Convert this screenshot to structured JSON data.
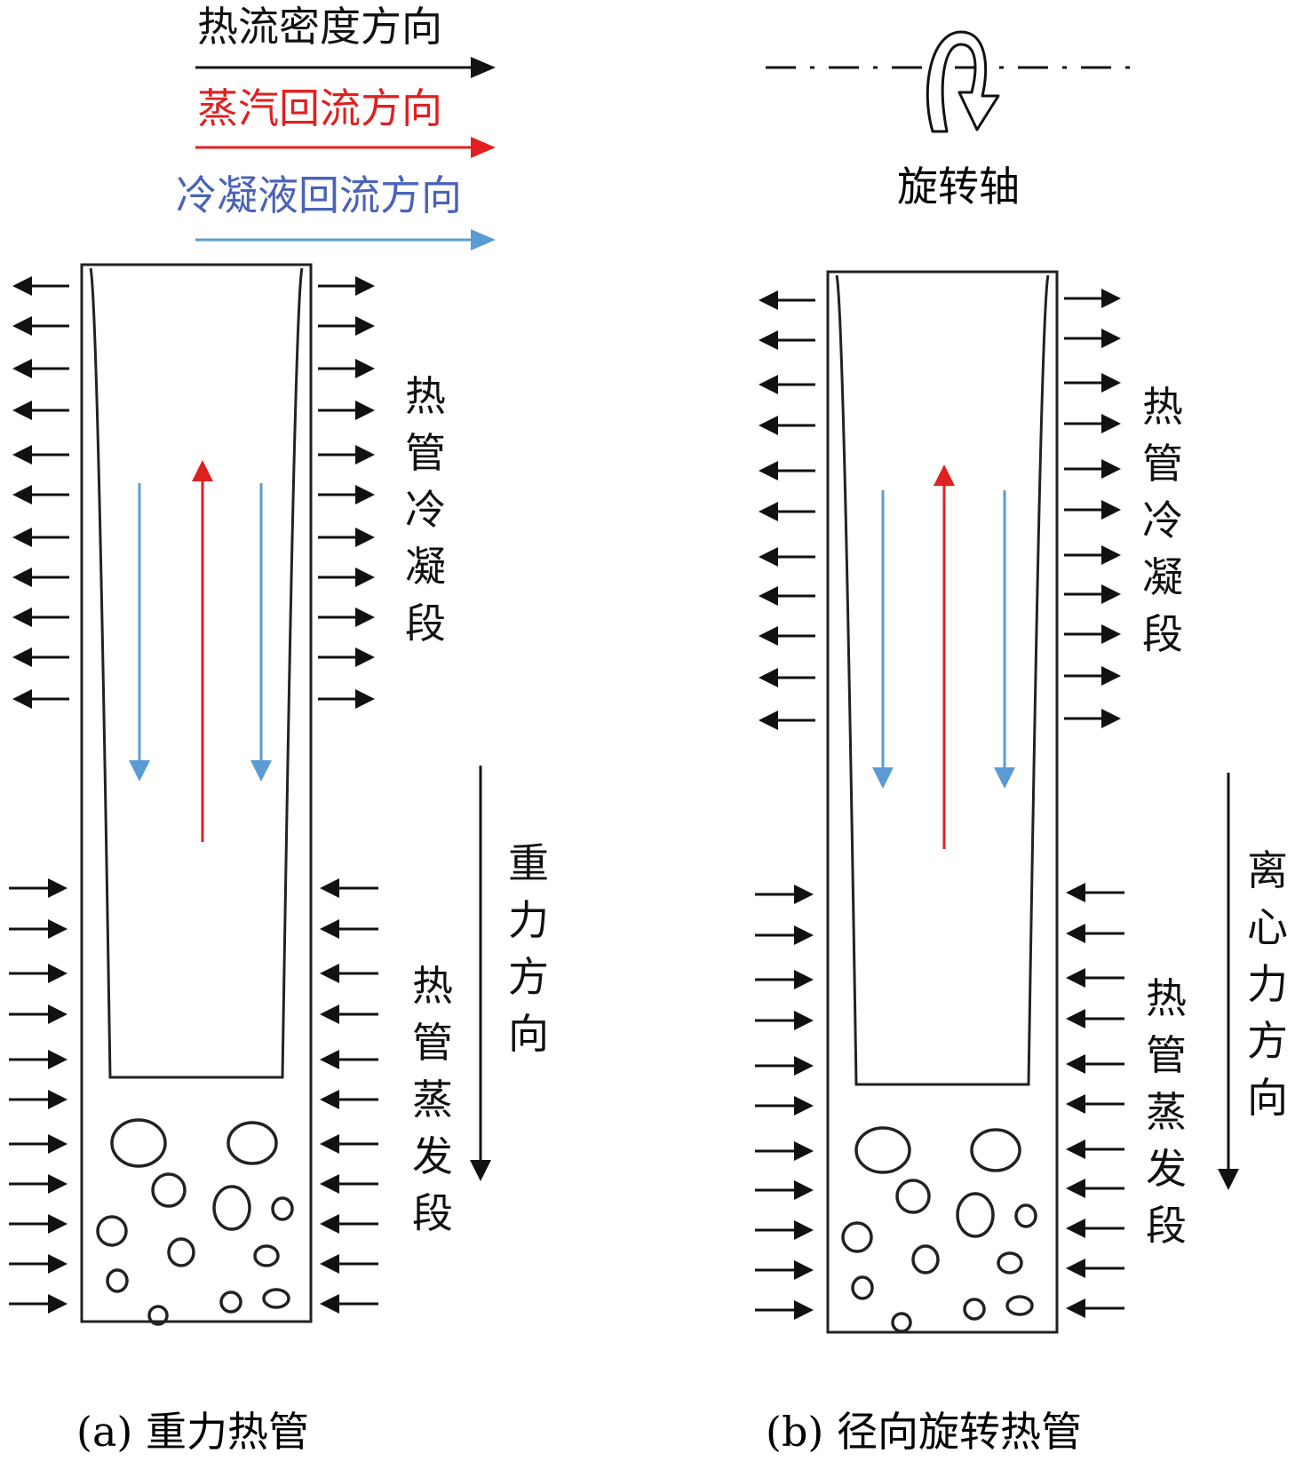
{
  "legend": {
    "heat_flux": "热流密度方向",
    "vapor": "蒸汽回流方向",
    "condensate": "冷凝液回流方向"
  },
  "colors": {
    "black": "#111111",
    "red": "#e02020",
    "blue": "#5b9bd5",
    "condensate_text": "#4a63b8"
  },
  "rotation_axis_label": "旋转轴",
  "panel_a": {
    "caption": "(a) 重力热管",
    "condenser_label": [
      "热",
      "管",
      "冷",
      "凝",
      "段"
    ],
    "evaporator_label": [
      "热",
      "管",
      "蒸",
      "发",
      "段"
    ],
    "force_label": [
      "重",
      "力",
      "方",
      "向"
    ]
  },
  "panel_b": {
    "caption": "(b) 径向旋转热管",
    "condenser_label": [
      "热",
      "管",
      "冷",
      "凝",
      "段"
    ],
    "evaporator_label": [
      "热",
      "管",
      "蒸",
      "发",
      "段"
    ],
    "force_label": [
      "离",
      "心",
      "力",
      "方",
      "向"
    ]
  }
}
